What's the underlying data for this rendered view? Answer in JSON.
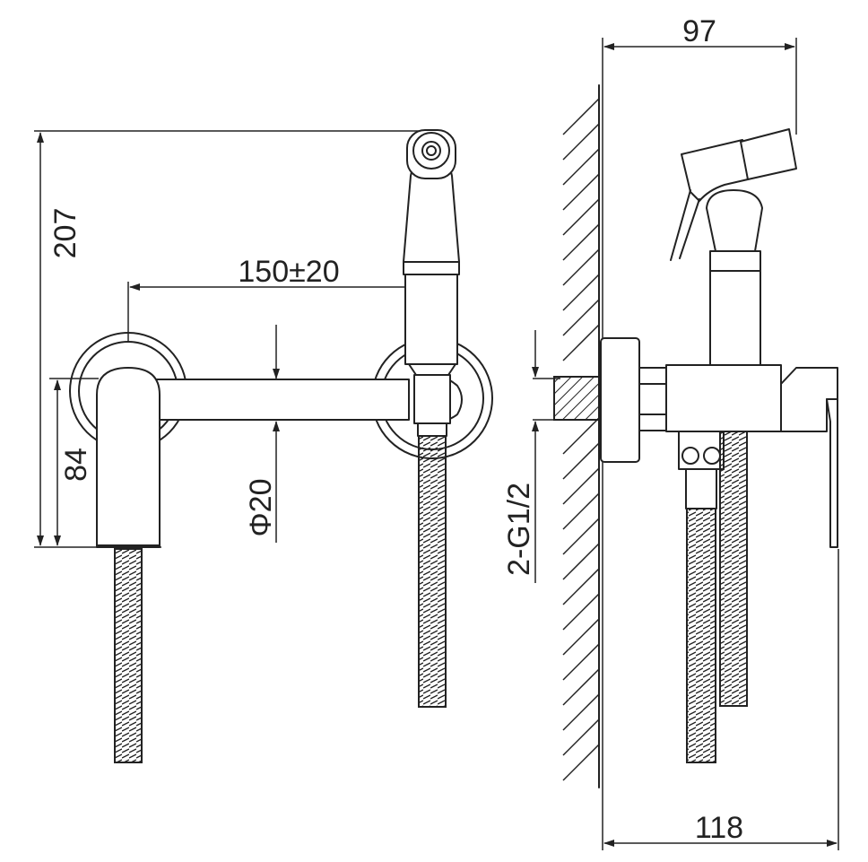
{
  "dimensions": {
    "top_width": "97",
    "bottom_width": "118",
    "total_height": "207",
    "spacing": "150±20",
    "mount_height": "84",
    "pipe_diameter": "Φ20",
    "connection": "2-G1/2"
  },
  "colors": {
    "line": "#222222",
    "background": "#ffffff"
  }
}
